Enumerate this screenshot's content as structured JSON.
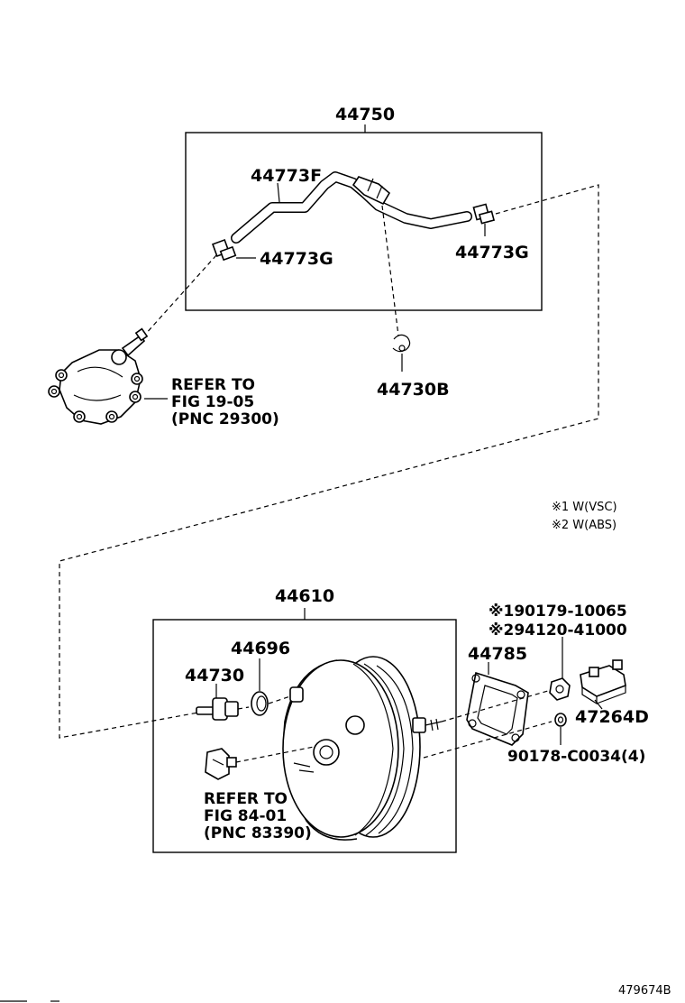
{
  "parts": {
    "vacuum_hose_assy": "44750",
    "hose_f": "44773F",
    "clamp_left": "44773G",
    "clamp_right": "44773G",
    "hose_clamp_b": "44730B",
    "booster_assy": "44610",
    "grommet": "44696",
    "check_valve": "44730",
    "gasket": "44785",
    "bracket": "47264D",
    "nut_1": "※190179-10065",
    "nut_2": "※294120-41000",
    "nut_3": "90178-C0034(4)"
  },
  "refs": {
    "pump_1": "REFER TO",
    "pump_2": "FIG 19-05",
    "pump_3": "(PNC 29300)",
    "sensor_1": "REFER TO",
    "sensor_2": "FIG 84-01",
    "sensor_3": "(PNC 83390)"
  },
  "notes": {
    "note1": "※1 W(VSC)",
    "note2": "※2 W(ABS)"
  },
  "footer": {
    "id": "479674B"
  }
}
